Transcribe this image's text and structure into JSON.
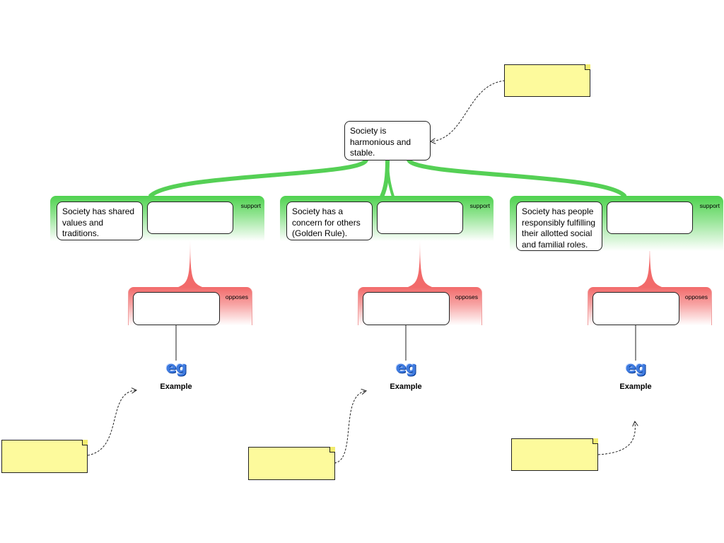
{
  "diagram": {
    "root": {
      "text": "Society is harmonious and stable."
    },
    "branches": [
      {
        "claim": "Society has shared values and traditions.",
        "support_label": "support",
        "support_text": "",
        "opposes_label": "opposes",
        "opposes_text": "",
        "example_label": "Example",
        "example_icon": "eg"
      },
      {
        "claim": "Society has a concern for others (Golden Rule).",
        "support_label": "support",
        "support_text": "",
        "opposes_label": "opposes",
        "opposes_text": "",
        "example_label": "Example",
        "example_icon": "eg"
      },
      {
        "claim": "Society has people responsibly fulfilling their allotted social and familial roles.",
        "support_label": "support",
        "support_text": "",
        "opposes_label": "opposes",
        "opposes_text": "",
        "example_label": "Example",
        "example_icon": "eg"
      }
    ],
    "notes": [
      {
        "text": ""
      },
      {
        "text": ""
      },
      {
        "text": ""
      },
      {
        "text": ""
      }
    ],
    "colors": {
      "support": "#4fd24f",
      "opposes": "#f26a6a",
      "note": "#fdfa9c",
      "icon": "#3f7be0"
    }
  }
}
